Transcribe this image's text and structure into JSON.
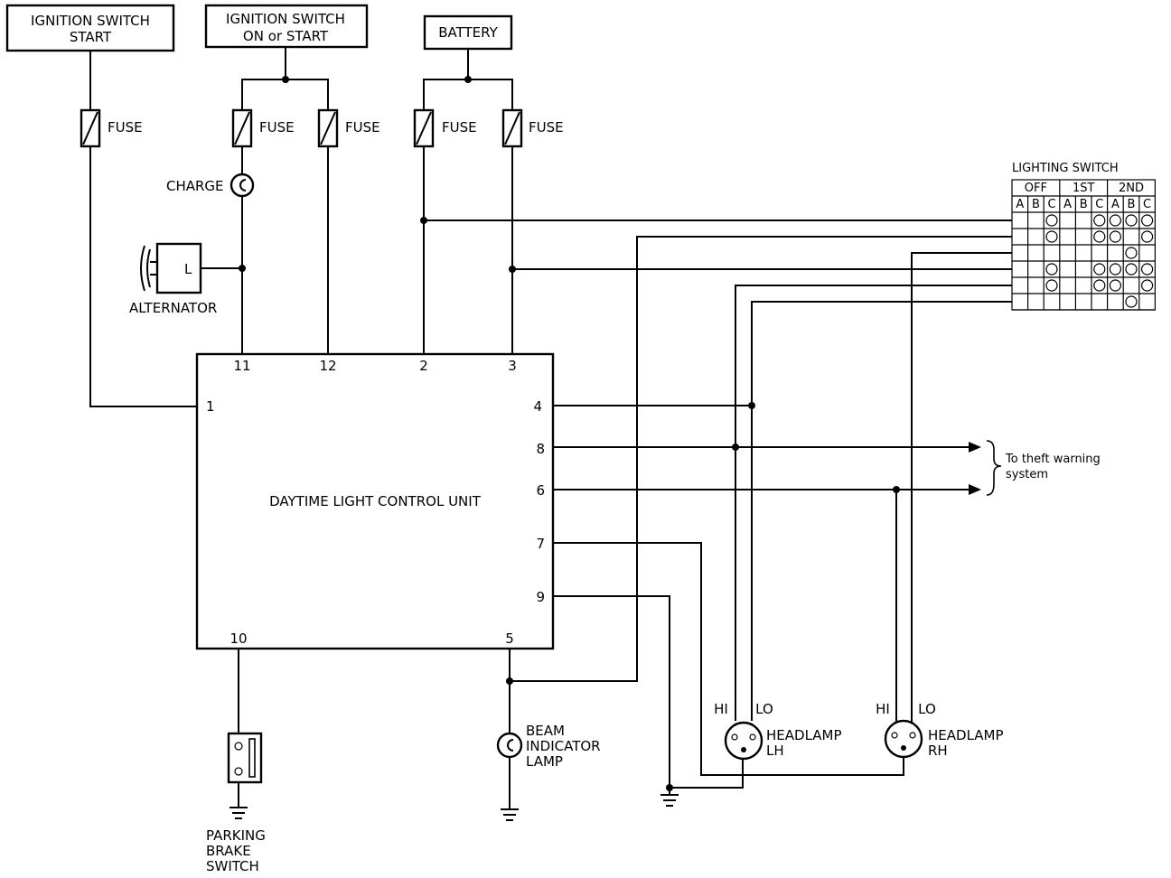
{
  "sources": {
    "ign_start": [
      "IGNITION SWITCH",
      "START"
    ],
    "ign_on_start": [
      "IGNITION SWITCH",
      "ON or START"
    ],
    "battery": "BATTERY"
  },
  "fuse_label": "FUSE",
  "charge_label": "CHARGE",
  "alternator": {
    "label": "ALTERNATOR",
    "terminal": "L"
  },
  "control_unit": {
    "label": "DAYTIME LIGHT CONTROL UNIT",
    "pins": {
      "p1": "1",
      "p2": "2",
      "p3": "3",
      "p4": "4",
      "p5": "5",
      "p6": "6",
      "p7": "7",
      "p8": "8",
      "p9": "9",
      "p10": "10",
      "p11": "11",
      "p12": "12"
    }
  },
  "theft_warning": [
    "To theft warning",
    "system"
  ],
  "lighting_switch": {
    "title": "LIGHTING SWITCH",
    "positions": [
      "OFF",
      "1ST",
      "2ND"
    ],
    "columns": [
      "A",
      "B",
      "C",
      "A",
      "B",
      "C",
      "A",
      "B",
      "C"
    ],
    "rows": [
      [
        0,
        0,
        1,
        0,
        0,
        1,
        1,
        1,
        1
      ],
      [
        0,
        0,
        1,
        0,
        0,
        1,
        1,
        0,
        1
      ],
      [
        0,
        0,
        0,
        0,
        0,
        0,
        0,
        1,
        0
      ],
      [
        0,
        0,
        1,
        0,
        0,
        1,
        1,
        1,
        1
      ],
      [
        0,
        0,
        1,
        0,
        0,
        1,
        1,
        0,
        1
      ],
      [
        0,
        0,
        0,
        0,
        0,
        0,
        0,
        1,
        0
      ]
    ]
  },
  "headlamp_lh": {
    "hi": "HI",
    "lo": "LO",
    "label": [
      "HEADLAMP",
      "LH"
    ]
  },
  "headlamp_rh": {
    "hi": "HI",
    "lo": "LO",
    "label": [
      "HEADLAMP",
      "RH"
    ]
  },
  "beam_indicator": [
    "BEAM",
    "INDICATOR",
    "LAMP"
  ],
  "parking_brake": [
    "PARKING",
    "BRAKE",
    "SWITCH"
  ]
}
